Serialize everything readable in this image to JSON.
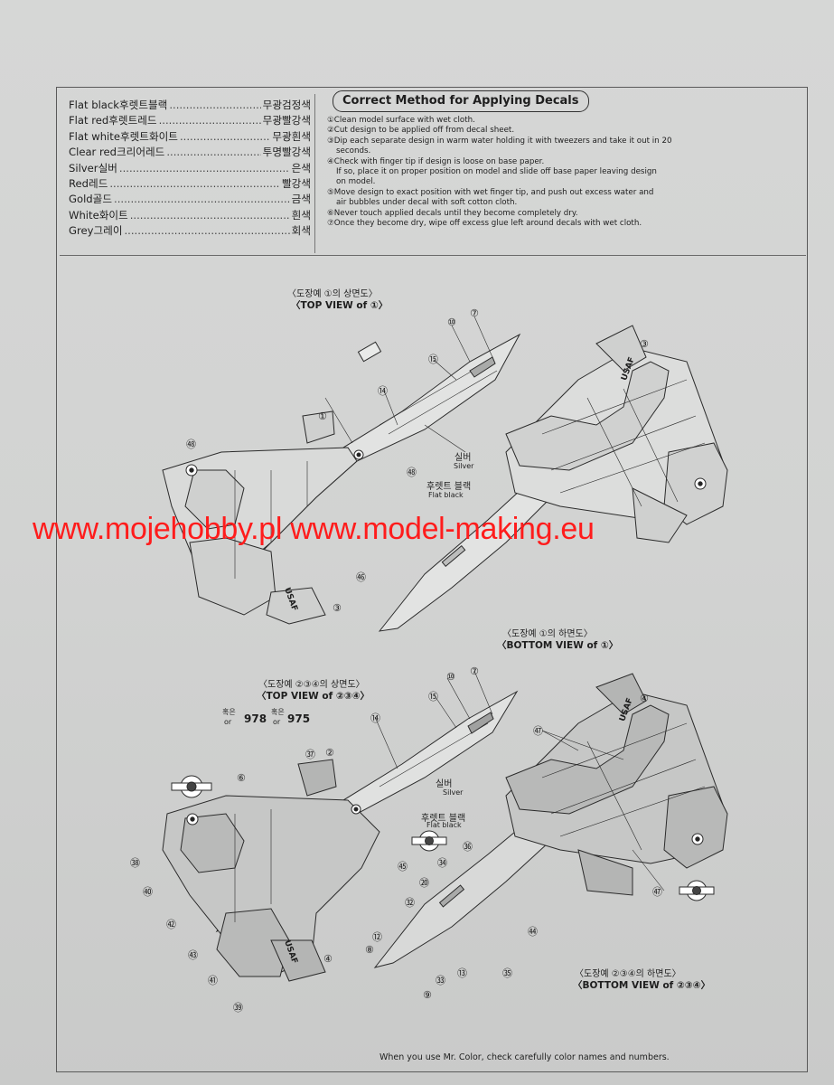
{
  "colors": [
    {
      "en": "Flat black",
      "kr_name": "후렛트블랙",
      "kr": "무광검정색"
    },
    {
      "en": "Flat red",
      "kr_name": "후렛트레드",
      "kr": "무광빨강색"
    },
    {
      "en": "Flat white",
      "kr_name": "후렛트화이트",
      "kr": "무광흰색"
    },
    {
      "en": "Clear red",
      "kr_name": "크리어레드",
      "kr": "투명빨강색"
    },
    {
      "en": "Silver",
      "kr_name": "실버",
      "kr": "은색"
    },
    {
      "en": "Red",
      "kr_name": "레드",
      "kr": "빨강색"
    },
    {
      "en": "Gold",
      "kr_name": "골드",
      "kr": "금색"
    },
    {
      "en": "White",
      "kr_name": "화이트",
      "kr": "흰색"
    },
    {
      "en": "Grey",
      "kr_name": "그레이",
      "kr": "회색"
    }
  ],
  "decals": {
    "title": "Correct Method for Applying Decals",
    "steps": [
      {
        "n": "①",
        "lines": [
          "Clean model surface with wet cloth."
        ]
      },
      {
        "n": "②",
        "lines": [
          "Cut design to be applied off from decal sheet."
        ]
      },
      {
        "n": "③",
        "lines": [
          "Dip each separate design in warm water holding it with tweezers and take it out in 20",
          "seconds."
        ]
      },
      {
        "n": "④",
        "lines": [
          "Check with finger tip if design is loose on base paper.",
          "If so, place it on proper position on model and slide off base paper leaving design",
          "on model."
        ]
      },
      {
        "n": "⑤",
        "lines": [
          "Move design to exact position with wet finger tip, and push out excess water and",
          "air bubbles under decal with soft cotton cloth."
        ]
      },
      {
        "n": "⑥",
        "lines": [
          "Never touch applied decals until they become completely dry."
        ]
      },
      {
        "n": "⑦",
        "lines": [
          "Once they become dry, wipe off excess glue left around decals with wet cloth."
        ]
      }
    ]
  },
  "views": {
    "top1_kr": "〈도장예 ①의 상면도〉",
    "top1_en": "〈TOP VIEW of ①〉",
    "bottom1_kr": "〈도장예 ①의 하면도〉",
    "bottom1_en": "〈BOTTOM VIEW of ①〉",
    "top234_kr": "〈도장예 ②③④의 상면도〉",
    "top234_en": "〈TOP VIEW of ②③④〉",
    "bottom234_kr": "〈도장예 ②③④의 하면도〉",
    "bottom234_en": "〈BOTTOM VIEW of ②③④〉"
  },
  "labels": {
    "silver_kr": "실버",
    "silver_en": "Silver",
    "flatblack_kr": "후렛트 블랙",
    "flatblack_en": "Flat black",
    "usaf": "USAF",
    "or_kr": "혹은",
    "or_en": "or",
    "serial_978": "978",
    "serial_975": "975"
  },
  "callouts_top1": [
    "⑩",
    "⑦",
    "⑮",
    "⑭",
    "③",
    "①",
    "㊽",
    "㊽",
    "㊻",
    "③"
  ],
  "callouts_top234": [
    "⑩",
    "⑦",
    "⑮",
    "⑭",
    "④",
    "㊲",
    "②",
    "⑥",
    "㊳",
    "㊵",
    "㊷",
    "㊸",
    "㊶",
    "㊴",
    "㊺",
    "④"
  ],
  "callouts_bottom234": [
    "㊼",
    "㊼",
    "㊱",
    "㉞",
    "⑳",
    "㉜",
    "⑫",
    "⑧",
    "⑨",
    "㉝",
    "⑬",
    "㉟",
    "㊹"
  ],
  "watermark": "www.mojehobby.pl www.model-making.eu",
  "footer": "When you use Mr. Color, check carefully color names and numbers."
}
